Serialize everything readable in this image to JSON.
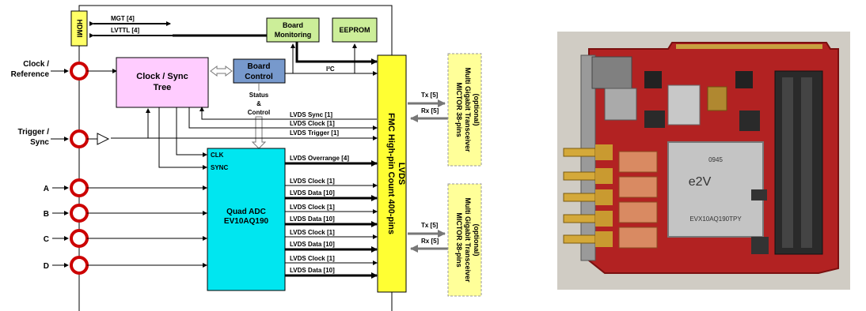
{
  "diagram": {
    "hdmi": "HDMI",
    "mgt": "MGT [4]",
    "lvttl": "LVTTL [4]",
    "board_monitoring": [
      "Board",
      "Monitoring"
    ],
    "eeprom": "EEPROM",
    "i2c": "I²C",
    "clock_ref": [
      "Clock /",
      "Reference"
    ],
    "clock_sync_tree": [
      "Clock / Sync",
      "Tree"
    ],
    "board_control": [
      "Board",
      "Control"
    ],
    "status_control": [
      "Status",
      "&",
      "Control"
    ],
    "trigger_sync": [
      "Trigger /",
      "Sync"
    ],
    "inputs": [
      "A",
      "B",
      "C",
      "D"
    ],
    "clk": "CLK",
    "sync": "SYNC",
    "quad_adc": [
      "Quad ADC",
      "EV10AQ190"
    ],
    "lvds_sync": "LVDS Sync [1]",
    "lvds_clock_top": "LVDS Clock [1]",
    "lvds_trigger": "LVDS Trigger [1]",
    "lvds_overrange": "LVDS Overrange [4]",
    "lvds_pairs": [
      {
        "clock": "LVDS Clock [1]",
        "data": "LVDS Data [10]"
      },
      {
        "clock": "LVDS Clock [1]",
        "data": "LVDS Data [10]"
      },
      {
        "clock": "LVDS Clock [1]",
        "data": "LVDS Data [10]"
      },
      {
        "clock": "LVDS Clock [1]",
        "data": "LVDS Data [10]"
      }
    ],
    "fmc": [
      "FMC High-pin Count 400-pins",
      "LVDS"
    ],
    "tx": "Tx [5]",
    "rx": "Rx [5]",
    "mictor": [
      "MICTOR 38-pins",
      "Multi Gigabit Transceiver",
      "(optional)"
    ]
  },
  "photo": {
    "chip_brand": "e2V",
    "chip_code": "0945",
    "chip_part": "EVX10AQ190TPY"
  },
  "colors": {
    "hdmi": "#ffff66",
    "board_monitoring": "#ccee99",
    "clock_tree": "#ffccff",
    "board_control": "#7799cc",
    "adc": "#00e6f0",
    "fmc": "#ffff33",
    "mictor": "#ffff99",
    "connector": "#cc0000",
    "pcb": "#b22222"
  }
}
